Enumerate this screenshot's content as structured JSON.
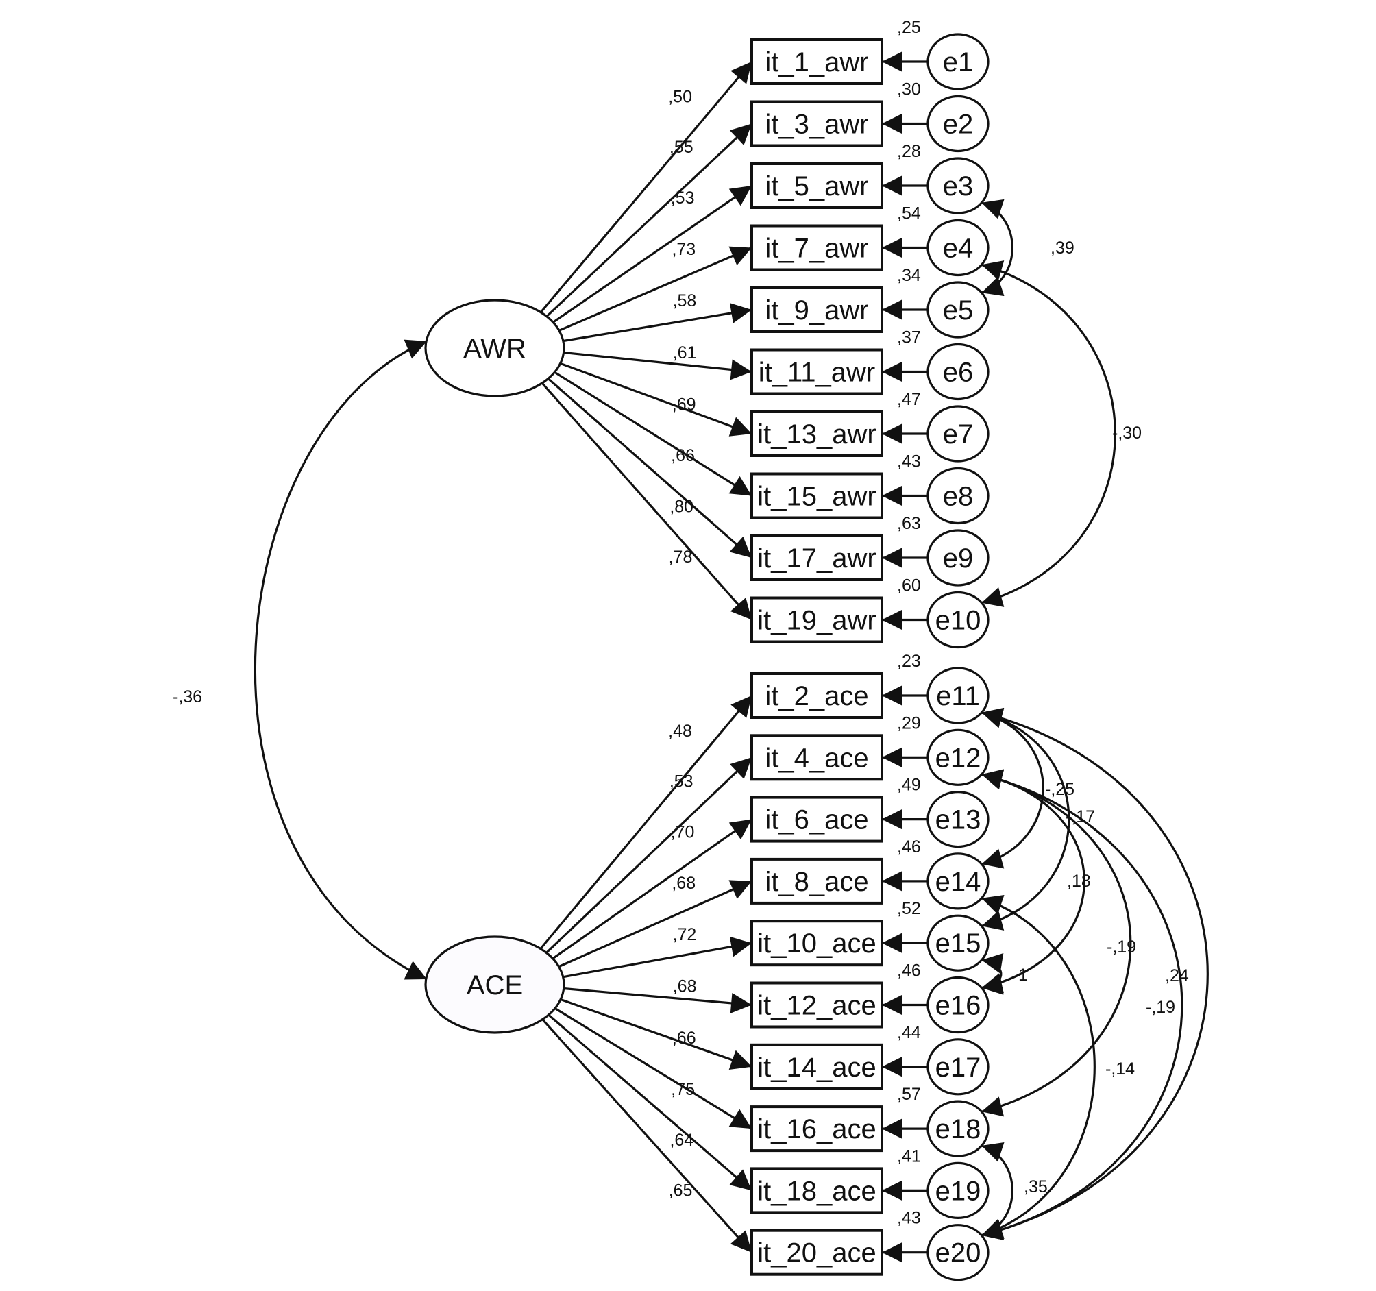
{
  "diagram": {
    "type": "structural-equation-model",
    "colors": {
      "stroke": "#111111",
      "background": "#ffffff",
      "latent_fill_awr": "#ffffff",
      "latent_fill_ace": "#fcfbfe"
    },
    "latent_factors": [
      {
        "id": "AWR",
        "label": "AWR"
      },
      {
        "id": "ACE",
        "label": "ACE"
      }
    ],
    "factor_covariance": {
      "from": "AWR",
      "to": "ACE",
      "value": "-,36"
    },
    "indicators": [
      {
        "item": "it_1_awr",
        "factor": "AWR",
        "loading": ",50",
        "r2": ",25",
        "error": "e1"
      },
      {
        "item": "it_3_awr",
        "factor": "AWR",
        "loading": ",55",
        "r2": ",30",
        "error": "e2"
      },
      {
        "item": "it_5_awr",
        "factor": "AWR",
        "loading": ",53",
        "r2": ",28",
        "error": "e3"
      },
      {
        "item": "it_7_awr",
        "factor": "AWR",
        "loading": ",73",
        "r2": ",54",
        "error": "e4"
      },
      {
        "item": "it_9_awr",
        "factor": "AWR",
        "loading": ",58",
        "r2": ",34",
        "error": "e5"
      },
      {
        "item": "it_11_awr",
        "factor": "AWR",
        "loading": ",61",
        "r2": ",37",
        "error": "e6"
      },
      {
        "item": "it_13_awr",
        "factor": "AWR",
        "loading": ",69",
        "r2": ",47",
        "error": "e7"
      },
      {
        "item": "it_15_awr",
        "factor": "AWR",
        "loading": ",66",
        "r2": ",43",
        "error": "e8"
      },
      {
        "item": "it_17_awr",
        "factor": "AWR",
        "loading": ",80",
        "r2": ",63",
        "error": "e9"
      },
      {
        "item": "it_19_awr",
        "factor": "AWR",
        "loading": ",78",
        "r2": ",60",
        "error": "e10"
      },
      {
        "item": "it_2_ace",
        "factor": "ACE",
        "loading": ",48",
        "r2": ",23",
        "error": "e11"
      },
      {
        "item": "it_4_ace",
        "factor": "ACE",
        "loading": ",53",
        "r2": ",29",
        "error": "e12"
      },
      {
        "item": "it_6_ace",
        "factor": "ACE",
        "loading": ",70",
        "r2": ",49",
        "error": "e13"
      },
      {
        "item": "it_8_ace",
        "factor": "ACE",
        "loading": ",68",
        "r2": ",46",
        "error": "e14"
      },
      {
        "item": "it_10_ace",
        "factor": "ACE",
        "loading": ",72",
        "r2": ",52",
        "error": "e15"
      },
      {
        "item": "it_12_ace",
        "factor": "ACE",
        "loading": ",68",
        "r2": ",46",
        "error": "e16"
      },
      {
        "item": "it_14_ace",
        "factor": "ACE",
        "loading": ",66",
        "r2": ",44",
        "error": "e17"
      },
      {
        "item": "it_16_ace",
        "factor": "ACE",
        "loading": ",75",
        "r2": ",57",
        "error": "e18"
      },
      {
        "item": "it_18_ace",
        "factor": "ACE",
        "loading": ",64",
        "r2": ",41",
        "error": "e19"
      },
      {
        "item": "it_20_ace",
        "factor": "ACE",
        "loading": ",65",
        "r2": ",43",
        "error": "e20"
      }
    ],
    "error_covariances": [
      {
        "from": "e3",
        "to": "e5",
        "value": ",39"
      },
      {
        "from": "e4",
        "to": "e10",
        "value": "-,30"
      },
      {
        "from": "e11",
        "to": "e14",
        "value": "-,25"
      },
      {
        "from": "e11",
        "to": "e15",
        "value": "-,17"
      },
      {
        "from": "e12",
        "to": "e16",
        "value": ",18"
      },
      {
        "from": "e12",
        "to": "e18",
        "value": "-,19"
      },
      {
        "from": "e11",
        "to": "e20",
        "value": ",24"
      },
      {
        "from": "e12",
        "to": "e20",
        "value": "-,19"
      },
      {
        "from": "e14",
        "to": "e20",
        "value": "-,14"
      },
      {
        "from": "e15",
        "to": "e16",
        "value": "1"
      },
      {
        "from": "e18",
        "to": "e20",
        "value": ",35"
      }
    ]
  }
}
